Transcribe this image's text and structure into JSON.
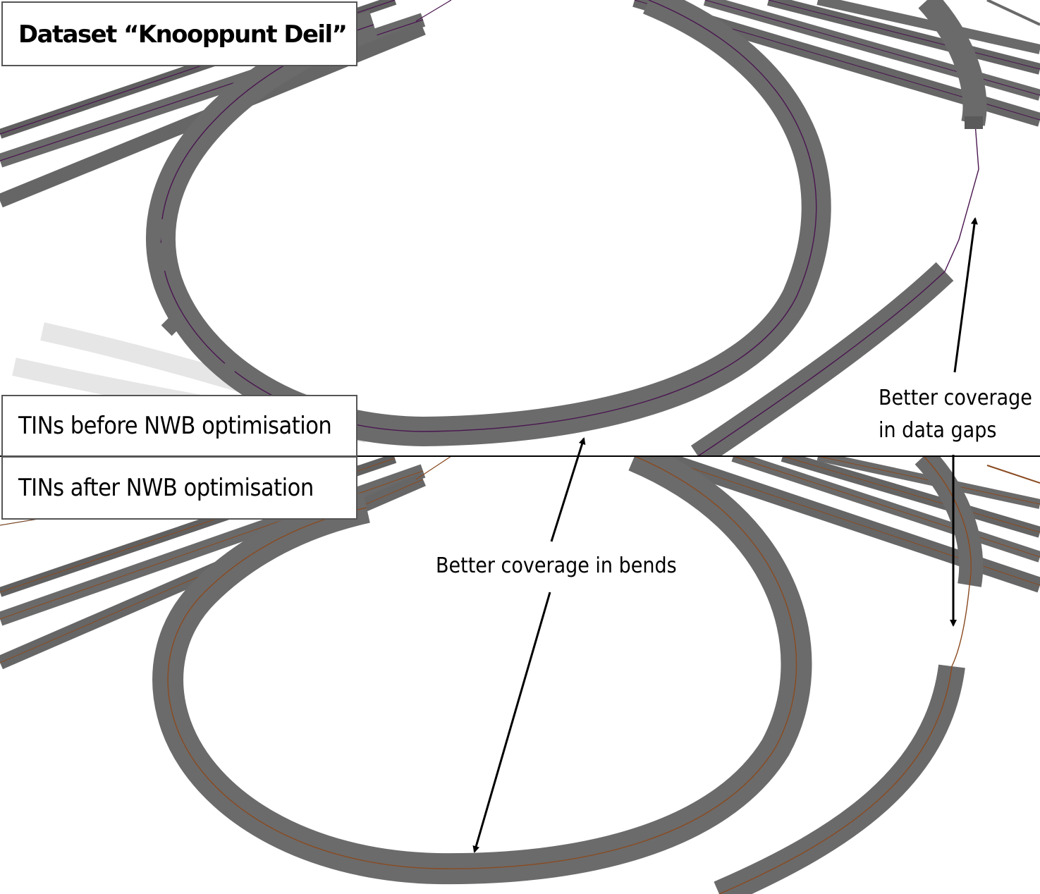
{
  "title": "Dataset “Knooppunt Deil”",
  "panels": {
    "before_label": "TINs before NWB optimisation",
    "after_label": "TINs after NWB optimisation"
  },
  "annotations": {
    "bends": "Better coverage in bends",
    "data_gaps_line1": "Better coverage",
    "data_gaps_line2": "in data gaps"
  },
  "colors": {
    "road_surface": "#6a6a6a",
    "road_edge": "#4f4f4f",
    "nwb_line_before": "#4a1550",
    "nwb_line_after": "#8a4a20",
    "divider": "#000000",
    "background": "#ffffff"
  }
}
